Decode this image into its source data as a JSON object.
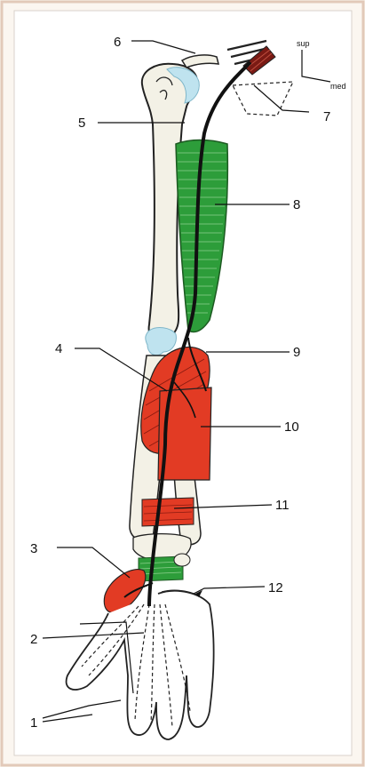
{
  "colors": {
    "frame_border": "#e2c9b9",
    "panel": "#ffffff",
    "bone_fill": "#f3f1e6",
    "cartilage": "#bfe3ef",
    "green_muscle": "#2d9d3a",
    "red_muscle": "#e23b24",
    "nerve": "#111111"
  },
  "orientation": {
    "sup": "sup",
    "med": "med"
  },
  "labels": {
    "l1": "1",
    "l2": "2",
    "l3": "3",
    "l4": "4",
    "l5": "5",
    "l6": "6",
    "l7": "7",
    "l8": "8",
    "l9": "9",
    "l10": "10",
    "l11": "11",
    "l12": "12"
  }
}
